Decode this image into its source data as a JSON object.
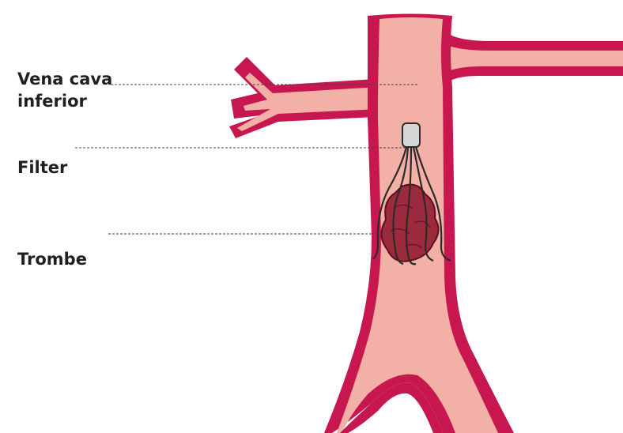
{
  "labels": {
    "vena_cava_line1": "Vena cava",
    "vena_cava_line2": "inferior",
    "filter": "Filter",
    "trombe": "Trombe"
  },
  "colors": {
    "vessel_wall": "#c8174e",
    "vessel_lumen": "#f2b0a6",
    "thrombus": "#9c2a3d",
    "filter_wire": "#2b2b2b",
    "filter_cap": "#d4d6d8",
    "leader_line": "#444444",
    "label_text": "#231f20"
  }
}
